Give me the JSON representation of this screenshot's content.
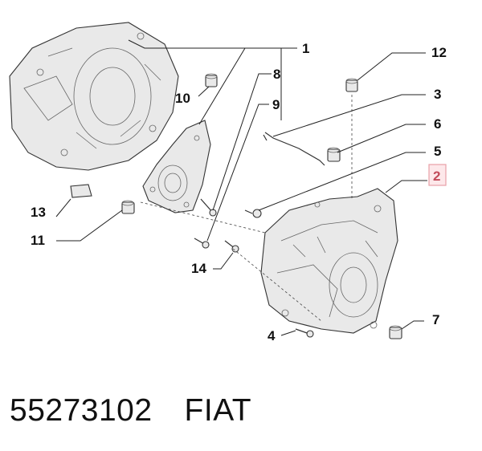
{
  "callouts": {
    "c1": "1",
    "c2": "2",
    "c3": "3",
    "c4": "4",
    "c5": "5",
    "c6": "6",
    "c7": "7",
    "c8": "8",
    "c9": "9",
    "c10": "10",
    "c11": "11",
    "c12": "12",
    "c13": "13",
    "c14": "14"
  },
  "highlighted_callout": "2",
  "footer": {
    "part_number": "55273102",
    "brand": "FIAT"
  },
  "colors": {
    "highlight_fill": "#fde8ea",
    "highlight_border": "#e8a0a8",
    "line": "#222222"
  }
}
